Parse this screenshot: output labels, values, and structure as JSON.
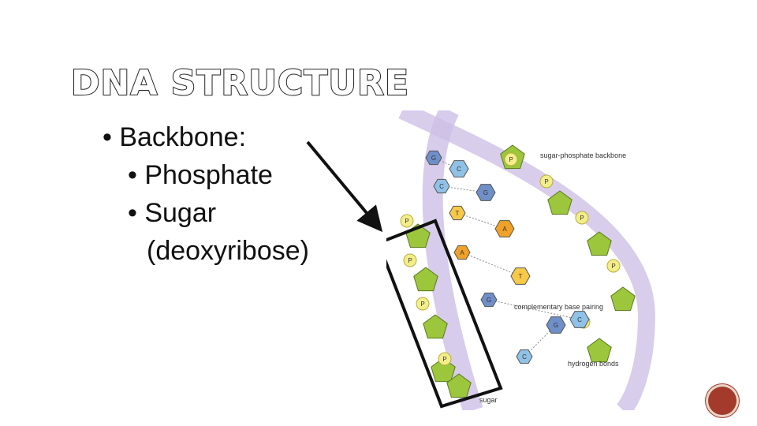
{
  "slide": {
    "title": "DNA STRUCTURE",
    "bullets": [
      {
        "level": 1,
        "text": "• Backbone:"
      },
      {
        "level": 2,
        "text": "• Phosphate"
      },
      {
        "level": 2,
        "text": "• Sugar"
      },
      {
        "level": 3,
        "text": "(deoxyribose)"
      }
    ]
  },
  "diagram": {
    "labels": {
      "backbone": "sugar-phosphate backbone",
      "pairing": "complementary base pairing",
      "hbonds": "hydrogen bonds",
      "sugar": "sugar",
      "phosphate": "P"
    },
    "bases": [
      "G",
      "C",
      "C",
      "G",
      "T",
      "A",
      "A",
      "T",
      "G",
      "C",
      "C",
      "G"
    ],
    "colors": {
      "sugar": "#9cc63c",
      "phosphate": "#f3ee8a",
      "guanine": "#6f8fc9",
      "cytosine": "#8fc2e6",
      "adenine": "#f0a127",
      "thymine": "#f7c948",
      "helix": "#b8a3d8"
    }
  },
  "badge": {
    "text": ""
  }
}
